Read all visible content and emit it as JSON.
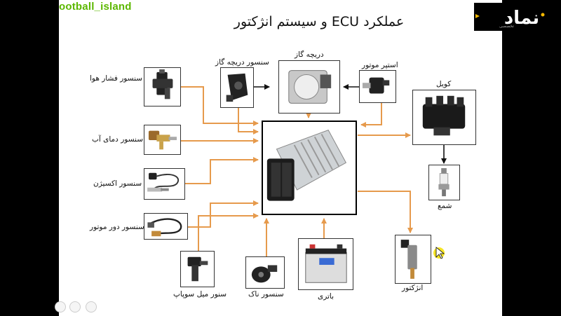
{
  "watermark": "ootball_island",
  "title": "عملکرد ECU و سیستم انژکتور",
  "colors": {
    "wire": "#e69a4c",
    "arrow": "#111111",
    "brand": "#f5b800",
    "watermark": "#5cb800"
  },
  "labels": {
    "map_sensor": "سنسور فشار هوا",
    "coolant_sensor": "سنسور دمای آب",
    "oxygen_sensor": "سنسور اکسیژن",
    "rpm_sensor": "سنسور دور موتور",
    "cam_sensor": "سنور میل سوپاپ",
    "knock_sensor": "سنسور ناک",
    "battery": "باتری",
    "tps_sensor": "سنسور دریچه گاز",
    "throttle_body": "دریچه گاز",
    "idle_stepper": "استپر موتور",
    "coil": "کویل",
    "spark_plug": "شمع",
    "injector": "انژکتور"
  },
  "toolbar": {
    "zoom_in_icon": "zoom-in-icon",
    "zoom_out_icon": "zoom-out-icon",
    "fullscreen_icon": "fullscreen-icon"
  }
}
